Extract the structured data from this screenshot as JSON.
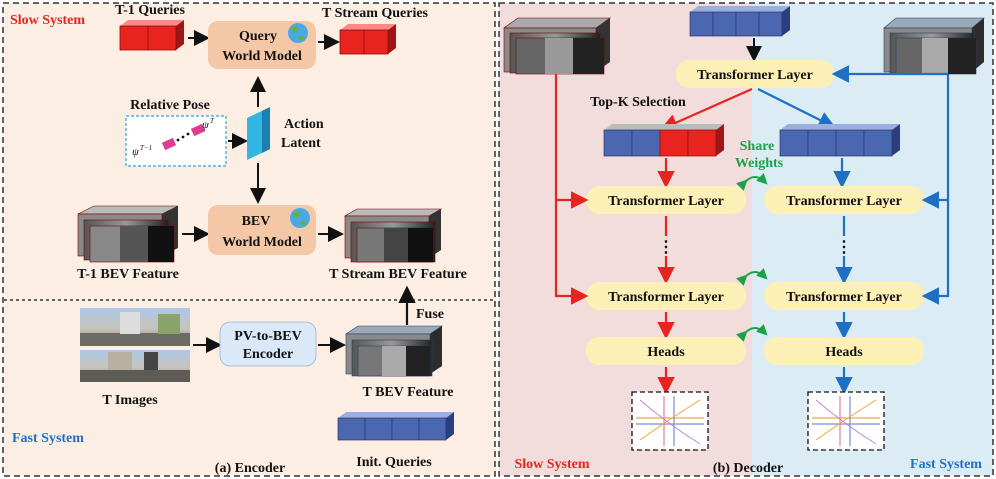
{
  "encoder": {
    "slow_system": "Slow System",
    "fast_system": "Fast System",
    "t1_queries": "T-1 Queries",
    "t_stream_queries": "T Stream Queries",
    "query_wm_line1": "Query",
    "query_wm_line2": "World Model",
    "relative_pose": "Relative Pose",
    "psi_prev": "ψ",
    "psi_prev_sup": "T−1",
    "psi_cur": "ψ",
    "psi_cur_sup": "T",
    "action_line1": "Action",
    "action_line2": "Latent",
    "bev_wm_line1": "BEV",
    "bev_wm_line2": "World Model",
    "t1_bev_feature": "T-1 BEV Feature",
    "t_stream_bev_feature": "T Stream BEV Feature",
    "fuse": "Fuse",
    "pv_line1": "PV-to-BEV",
    "pv_line2": "Encoder",
    "t_images": "T Images",
    "t_bev_feature": "T BEV Feature",
    "init_queries": "Init. Queries",
    "caption": "(a) Encoder"
  },
  "decoder": {
    "transformer_layer": "Transformer Layer",
    "top_k": "Top-K Selection",
    "share_line1": "Share",
    "share_line2": "Weights",
    "heads": "Heads",
    "slow_system": "Slow System",
    "fast_system": "Fast System",
    "caption": "(b) Decoder",
    "ellipsis": "⋮"
  },
  "colors": {
    "encoder_bg": "#fdeee3",
    "slow_bg": "#f3dcdc",
    "fast_bg": "#dcecf4",
    "slow_red": "#e8241f",
    "fast_blue": "#1f6fc4",
    "wm_box": "#f4c7a7",
    "pv_box": "#dbe8f7",
    "layer_box": "#fdf0b6",
    "query_red": "#e8241f",
    "query_blue": "#4a67b0",
    "latent_cyan": "#33b6e3"
  }
}
